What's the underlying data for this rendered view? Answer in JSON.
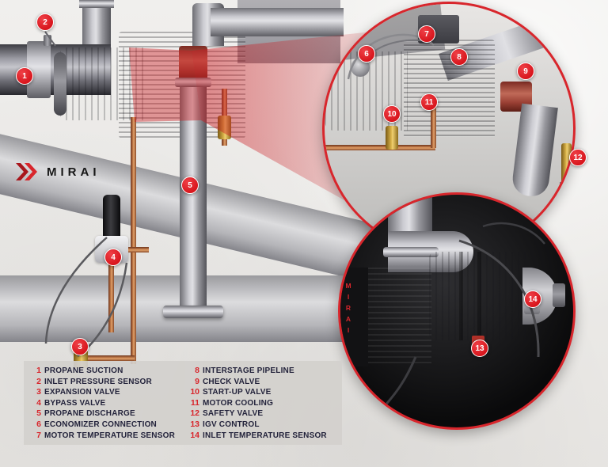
{
  "brand": {
    "name": "MIRAI"
  },
  "colors": {
    "accent": "#d8262c",
    "badge": "#d8161d",
    "legend_text": "#23233b"
  },
  "legend": {
    "items": [
      {
        "num": "1",
        "label": "PROPANE SUCTION"
      },
      {
        "num": "2",
        "label": "INLET PRESSURE SENSOR"
      },
      {
        "num": "3",
        "label": "EXPANSION VALVE"
      },
      {
        "num": "4",
        "label": "BYPASS VALVE"
      },
      {
        "num": "5",
        "label": "PROPANE DISCHARGE"
      },
      {
        "num": "6",
        "label": "ECONOMIZER CONNECTION"
      },
      {
        "num": "7",
        "label": "MOTOR TEMPERATURE SENSOR"
      },
      {
        "num": "8",
        "label": "INTERSTAGE PIPELINE"
      },
      {
        "num": "9",
        "label": "CHECK VALVE"
      },
      {
        "num": "10",
        "label": "START-UP VALVE"
      },
      {
        "num": "11",
        "label": "MOTOR COOLING"
      },
      {
        "num": "12",
        "label": "SAFETY VALVE"
      },
      {
        "num": "13",
        "label": "IGV CONTROL"
      },
      {
        "num": "14",
        "label": "INLET TEMPERATURE SENSOR"
      }
    ]
  }
}
